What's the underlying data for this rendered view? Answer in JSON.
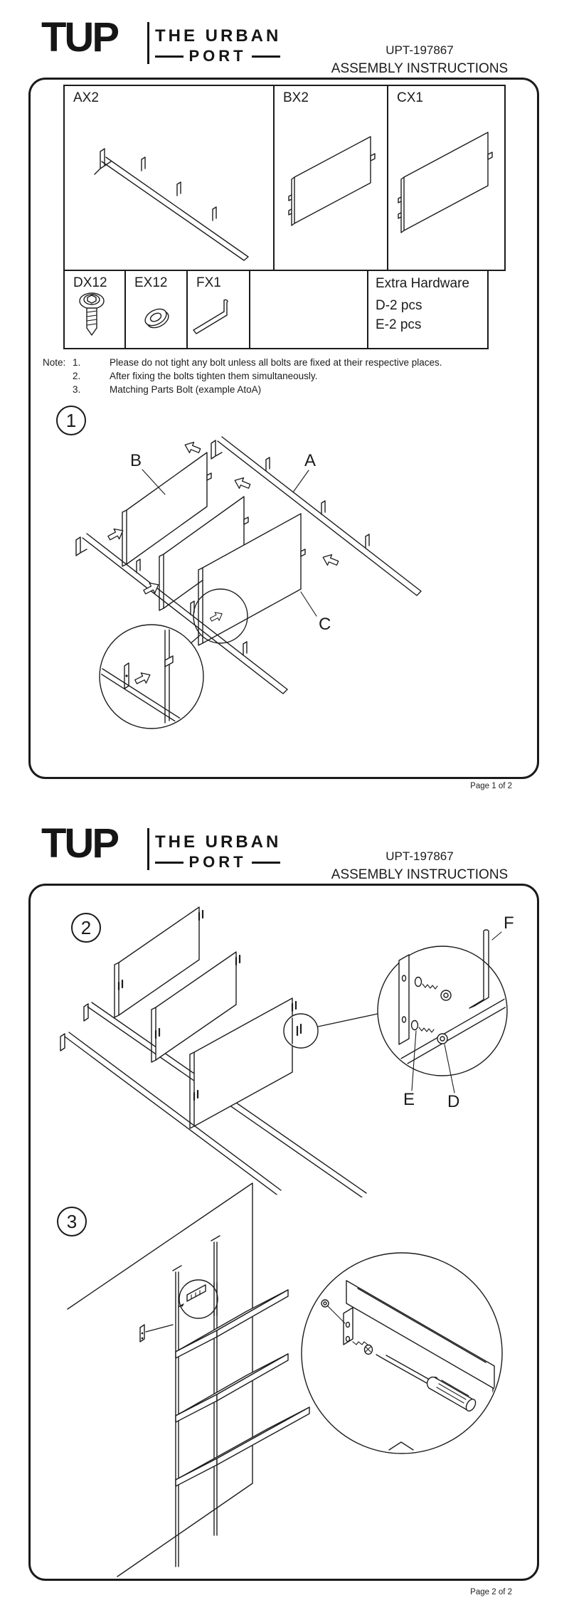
{
  "header": {
    "logo_main": "TUP",
    "logo_line1": "THE URBAN",
    "logo_line2": "PORT",
    "sku": "UPT-197867",
    "title": "ASSEMBLY INSTRUCTIONS"
  },
  "parts": {
    "a": "AX2",
    "b": "BX2",
    "c": "CX1",
    "d": "DX12",
    "e": "EX12",
    "f": "FX1"
  },
  "extra_hardware": {
    "title": "Extra Hardware",
    "line1": "D-2 pcs",
    "line2": "E-2 pcs"
  },
  "notes": {
    "label": "Note:",
    "n1": "1.",
    "t1": "Please do not tight any bolt unless all bolts are fixed at their respective places.",
    "n2": "2.",
    "t2": "After fixing the bolts tighten them simultaneously.",
    "n3": "3.",
    "t3": "Matching Parts Bolt (example AtoA)"
  },
  "steps": {
    "s1": "1",
    "s2": "2",
    "s3": "3",
    "label_a": "A",
    "label_b": "B",
    "label_c": "C",
    "label_d": "D",
    "label_e": "E",
    "label_f": "F"
  },
  "footer": {
    "page1": "Page 1 of 2",
    "page2": "Page 2 of 2"
  },
  "colors": {
    "ink": "#1b1b1b",
    "paper": "#ffffff"
  }
}
